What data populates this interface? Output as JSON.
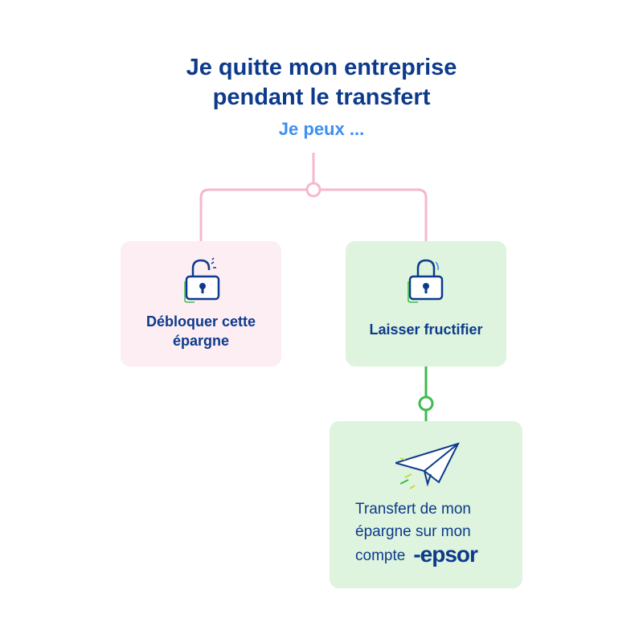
{
  "header": {
    "title_line1": "Je quitte mon entreprise",
    "title_line2": "pendant le transfert",
    "subtitle": "Je peux ..."
  },
  "options": {
    "left_label_line1": "Débloquer cette",
    "left_label_line2": "épargne",
    "right_label": "Laisser fructifier"
  },
  "result": {
    "line1": "Transfert de mon",
    "line2": "épargne sur mon",
    "line3": "compte",
    "logo_text": "-epsor"
  },
  "colors": {
    "navy": "#0d3a8c",
    "blue_accent": "#3d8ff0",
    "pink_line": "#f6b8cc",
    "green_line": "#3dbb4f",
    "pink_card": "#fdeef4",
    "green_card": "#def4de"
  },
  "icons": {
    "left": "unlocked-padlock-icon",
    "right": "locked-padlock-icon",
    "result": "paper-plane-icon"
  }
}
